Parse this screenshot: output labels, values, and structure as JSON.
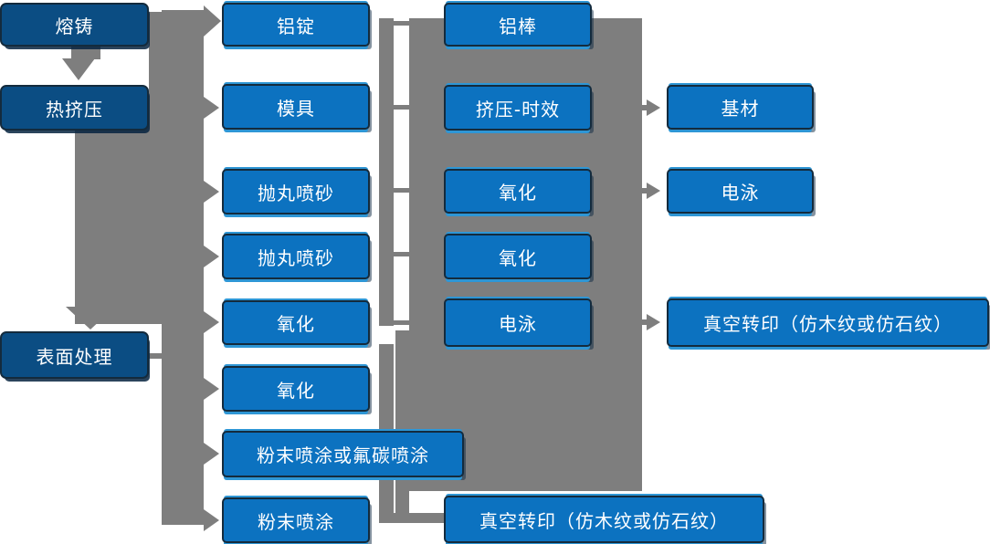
{
  "diagram": {
    "type": "process-flowchart",
    "nodes": {
      "melting": {
        "label": "熔铸"
      },
      "hot_extrusion": {
        "label": "热挤压"
      },
      "surface_treatment": {
        "label": "表面处理"
      },
      "aluminum_ingot": {
        "label": "铝锭"
      },
      "mold": {
        "label": "模具"
      },
      "shot_blast_1": {
        "label": "抛丸喷砂"
      },
      "shot_blast_2": {
        "label": "抛丸喷砂"
      },
      "oxidation_a": {
        "label": "氧化"
      },
      "oxidation_b": {
        "label": "氧化"
      },
      "powder_or_fluorocarbon": {
        "label": "粉末喷涂或氟碳喷涂"
      },
      "powder_coating": {
        "label": "粉末喷涂"
      },
      "aluminum_rod": {
        "label": "铝棒"
      },
      "extrusion_aging": {
        "label": "挤压-时效"
      },
      "oxidation_c": {
        "label": "氧化"
      },
      "oxidation_d": {
        "label": "氧化"
      },
      "electrophoresis_a": {
        "label": "电泳"
      },
      "vacuum_transfer_a": {
        "label": "真空转印（仿木纹或仿石纹）"
      },
      "base_material": {
        "label": "基材"
      },
      "electrophoresis_b": {
        "label": "电泳"
      },
      "vacuum_transfer_b": {
        "label": "真空转印（仿木纹或仿石纹）"
      }
    },
    "colors": {
      "box_blue": "#0c72c0",
      "box_dark_blue": "#0b4d83",
      "connector_gray": "#7e7e7e",
      "highlight_blue": "#2e96d5",
      "border_navy": "#142b3d",
      "text_white": "#ffffff",
      "background": "#ffffff"
    }
  }
}
